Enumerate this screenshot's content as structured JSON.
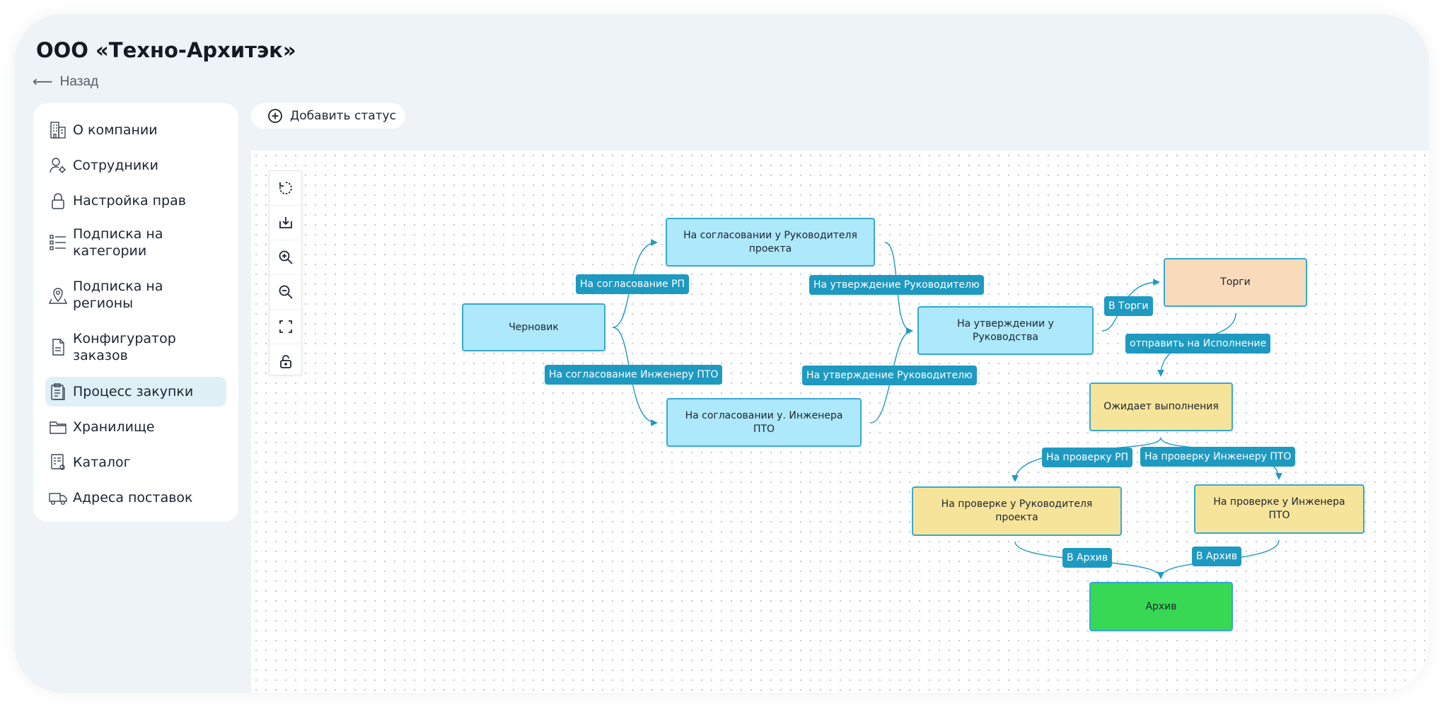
{
  "header": {
    "company_title": "ООО «Техно-Архитэк»",
    "back_label": "Назад"
  },
  "sidebar": {
    "items": [
      {
        "label": "О компании",
        "icon": "building-icon",
        "active": false
      },
      {
        "label": "Сотрудники",
        "icon": "user-settings-icon",
        "active": false
      },
      {
        "label": "Настройка прав",
        "icon": "lock-icon",
        "active": false
      },
      {
        "label": "Подписка на категории",
        "icon": "list-icon",
        "active": false
      },
      {
        "label": "Подписка на регионы",
        "icon": "map-pin-icon",
        "active": false
      },
      {
        "label": "Конфигуратор заказов",
        "icon": "document-icon",
        "active": false
      },
      {
        "label": "Процесс закупки",
        "icon": "clipboard-icon",
        "active": true
      },
      {
        "label": "Хранилище",
        "icon": "folder-icon",
        "active": false
      },
      {
        "label": "Каталог",
        "icon": "catalog-icon",
        "active": false
      },
      {
        "label": "Адреса поставок",
        "icon": "truck-icon",
        "active": false
      }
    ],
    "active_color": "#dff0f7"
  },
  "toolbar": {
    "add_status_label": "Добавить статус"
  },
  "controls": [
    "reset-icon",
    "download-icon",
    "zoom-in-icon",
    "zoom-out-icon",
    "fit-view-icon",
    "unlock-icon"
  ],
  "diagram": {
    "nodes": [
      {
        "id": "draft",
        "label": "Черновик",
        "color": "#ade8fb"
      },
      {
        "id": "rp_approval",
        "label": "На согласовании у Руководителя проекта",
        "color": "#ade8fb"
      },
      {
        "id": "pto_approval",
        "label": "На согласовании у. Инженера ПТО",
        "color": "#ade8fb"
      },
      {
        "id": "mgmt_approval",
        "label": "На утверждении у Руководства",
        "color": "#ade8fb"
      },
      {
        "id": "tender",
        "label": "Торги",
        "color": "#f9dbbb"
      },
      {
        "id": "awaiting",
        "label": "Ожидает выполнения",
        "color": "#f6e49b"
      },
      {
        "id": "rp_check",
        "label": "На проверке у Руководителя проекта",
        "color": "#f6e49b"
      },
      {
        "id": "pto_check",
        "label": "На проверке у Инженера ПТО",
        "color": "#f6e49b"
      },
      {
        "id": "archive",
        "label": "Архив",
        "color": "#38d855"
      }
    ],
    "edges": [
      {
        "from": "draft",
        "to": "rp_approval",
        "label": "На согласование РП"
      },
      {
        "from": "draft",
        "to": "pto_approval",
        "label": "На согласование Инженеру ПТО"
      },
      {
        "from": "rp_approval",
        "to": "mgmt_approval",
        "label": "На утверждение Руководителю"
      },
      {
        "from": "pto_approval",
        "to": "mgmt_approval",
        "label": "На утверждение Руководителю"
      },
      {
        "from": "mgmt_approval",
        "to": "tender",
        "label": "В Торги"
      },
      {
        "from": "tender",
        "to": "awaiting",
        "label": "отправить на Исполнение"
      },
      {
        "from": "awaiting",
        "to": "rp_check",
        "label": "На проверку РП"
      },
      {
        "from": "awaiting",
        "to": "pto_check",
        "label": "На проверку Инженеру ПТО"
      },
      {
        "from": "rp_check",
        "to": "archive",
        "label": "В Архив"
      },
      {
        "from": "pto_check",
        "to": "archive",
        "label": "В Архив"
      }
    ],
    "edge_color": "#1e9ac1"
  }
}
